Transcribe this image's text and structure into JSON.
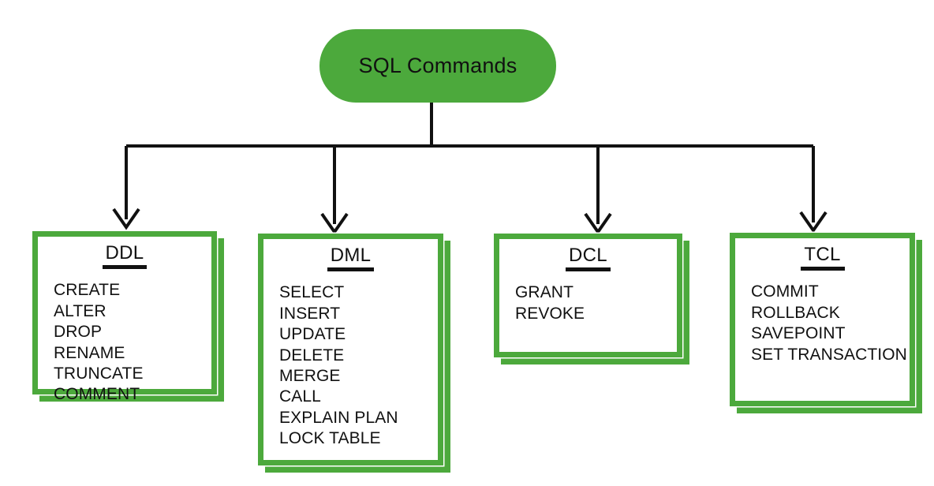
{
  "diagram": {
    "title": "SQL Commands Diagram",
    "root": {
      "label": "SQL Commands",
      "shape": "rounded-pill",
      "fill": "#4CA93C",
      "text_color": "#111111"
    },
    "theme": {
      "accent_green": "#4CA93C",
      "box_fill": "#FFFFFF",
      "connector_color": "#111111",
      "background": "#FFFFFF"
    },
    "connector": {
      "style": "orthogonal-tree-with-arrowheads",
      "arrow_count": 4
    },
    "categories": [
      {
        "key": "ddl",
        "title": "DDL",
        "commands": [
          "CREATE",
          "ALTER",
          "DROP",
          "RENAME",
          "TRUNCATE",
          "COMMENT"
        ]
      },
      {
        "key": "dml",
        "title": "DML",
        "commands": [
          "SELECT",
          "INSERT",
          "UPDATE",
          "DELETE",
          "MERGE",
          "CALL",
          "EXPLAIN PLAN",
          "LOCK TABLE"
        ]
      },
      {
        "key": "dcl",
        "title": "DCL",
        "commands": [
          "GRANT",
          "REVOKE"
        ]
      },
      {
        "key": "tcl",
        "title": "TCL",
        "commands": [
          "COMMIT",
          "ROLLBACK",
          "SAVEPOINT",
          "SET TRANSACTION"
        ]
      }
    ]
  }
}
